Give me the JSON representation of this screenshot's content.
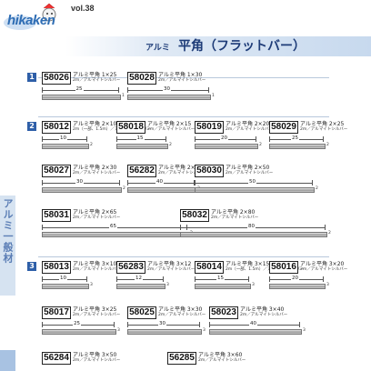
{
  "header": {
    "vol": "vol.38",
    "logo_text": "hikaken",
    "title_small": "アルミ",
    "title_main": "平角（フラットバー）"
  },
  "side_tab": {
    "text": "アルミ一般材"
  },
  "sections": [
    {
      "number": "1"
    },
    {
      "number": "2"
    },
    {
      "number": "3"
    }
  ],
  "products": [
    {
      "code": "58026",
      "name": "アルミ平角 1×25",
      "sub": "2m／アルマイトシルバー",
      "width": "25"
    },
    {
      "code": "58028",
      "name": "アルミ平角 1×30",
      "sub": "2m／アルマイトシルバー",
      "width": "30"
    },
    {
      "code": "58012",
      "name": "アルミ平角 2×10",
      "sub": "2m（一部、1.5m）／アルマイトシルバー",
      "width": "10"
    },
    {
      "code": "58018",
      "name": "アルミ平角 2×15",
      "sub": "2m／アルマイトシルバー",
      "width": "15"
    },
    {
      "code": "58019",
      "name": "アルミ平角 2×20",
      "sub": "2m／アルマイトシルバー",
      "width": "20"
    },
    {
      "code": "58029",
      "name": "アルミ平角 2×25",
      "sub": "2m／アルマイトシルバー",
      "width": "25"
    },
    {
      "code": "58027",
      "name": "アルミ平角 2×30",
      "sub": "2m／アルマイトシルバー",
      "width": "30"
    },
    {
      "code": "56282",
      "name": "アルミ平角 2×40",
      "sub": "2m／アルマイトシルバー",
      "width": "40"
    },
    {
      "code": "58030",
      "name": "アルミ平角 2×50",
      "sub": "2m／アルマイトシルバー",
      "width": "50"
    },
    {
      "code": "58031",
      "name": "アルミ平角 2×65",
      "sub": "2m／アルマイトシルバー",
      "width": "65"
    },
    {
      "code": "58032",
      "name": "アルミ平角 2×80",
      "sub": "2m／アルマイトシルバー",
      "width": "80"
    },
    {
      "code": "58013",
      "name": "アルミ平角 3×10",
      "sub": "2m／アルマイトシルバー",
      "width": "10"
    },
    {
      "code": "56283",
      "name": "アルミ平角 3×12",
      "sub": "2m／アルマイトシルバー",
      "width": "12"
    },
    {
      "code": "58014",
      "name": "アルミ平角 3×15",
      "sub": "2m（一部、1.5m）／アルマイトシルバー",
      "width": "15"
    },
    {
      "code": "58016",
      "name": "アルミ平角 3×20",
      "sub": "2m／アルマイトシルバー",
      "width": "20"
    },
    {
      "code": "58017",
      "name": "アルミ平角 3×25",
      "sub": "2m／アルマイトシルバー",
      "width": "25"
    },
    {
      "code": "58025",
      "name": "アルミ平角 3×30",
      "sub": "2m／アルマイトシルバー",
      "width": "30"
    },
    {
      "code": "58023",
      "name": "アルミ平角 3×40",
      "sub": "2m／アルマイトシルバー",
      "width": "40"
    },
    {
      "code": "56284",
      "name": "アルミ平角 3×50",
      "sub": "2m／アルマイトシルバー"
    },
    {
      "code": "56285",
      "name": "アルミ平角 3×60",
      "sub": "2m／アルマイトシルバー"
    }
  ],
  "thickness_labels": [
    "1",
    "2",
    "3"
  ],
  "colors": {
    "accent": "#2e5fa8",
    "title": "#1e3c78",
    "side_tab": "#d6e3f1"
  }
}
